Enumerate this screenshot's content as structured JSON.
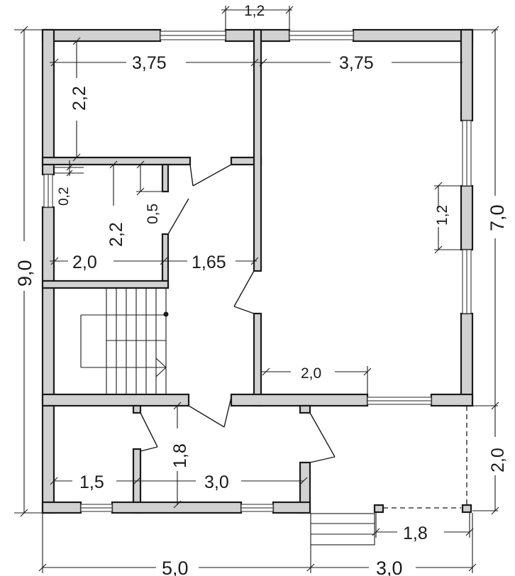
{
  "dimensions": {
    "top_window": "1,2",
    "room_top_left_width": "3,75",
    "room_top_right_width": "3,75",
    "room_top_left_depth": "2,2",
    "wall_gap": "0,2",
    "mid_room_depth": "2,2",
    "closet_depth": "0,5",
    "right_window": "1,2",
    "overall_right": "7,0",
    "overall_left": "9,0",
    "mid_room_width": "2,0",
    "hall_width": "1,65",
    "living_lower": "2,0",
    "lower_hall_depth": "1,8",
    "bottom_left_room": "1,5",
    "bottom_mid_room": "3,0",
    "terrace_depth": "2,0",
    "terrace_width": "1,8",
    "total_left": "5,0",
    "total_right": "3,0"
  }
}
